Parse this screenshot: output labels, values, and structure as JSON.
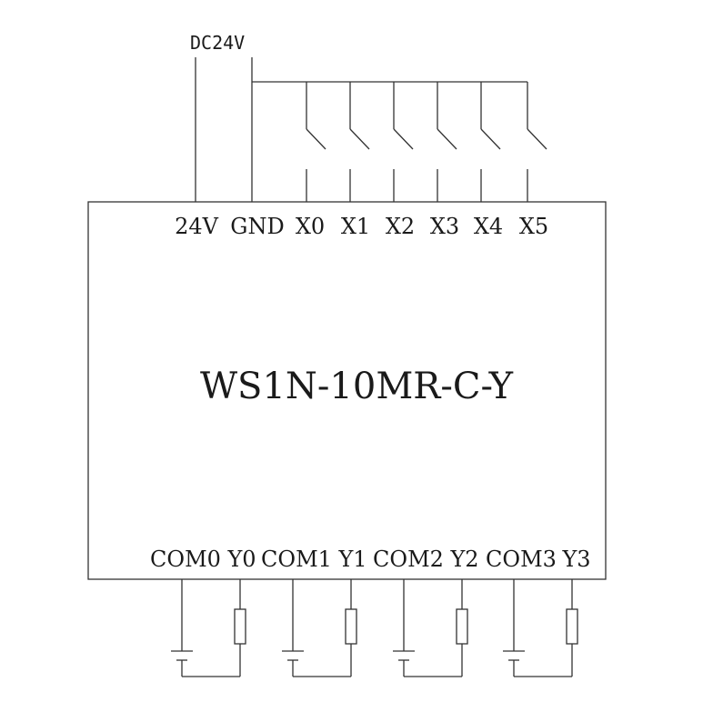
{
  "supply_label": "DC24V",
  "model": "WS1N-10MR-C-Y",
  "top_terminals": [
    "24V",
    "GND",
    "X0",
    "X1",
    "X2",
    "X3",
    "X4",
    "X5"
  ],
  "bottom_terminals": [
    "COM0",
    "Y0",
    "COM1",
    "Y1",
    "COM2",
    "Y2",
    "COM3",
    "Y3"
  ]
}
